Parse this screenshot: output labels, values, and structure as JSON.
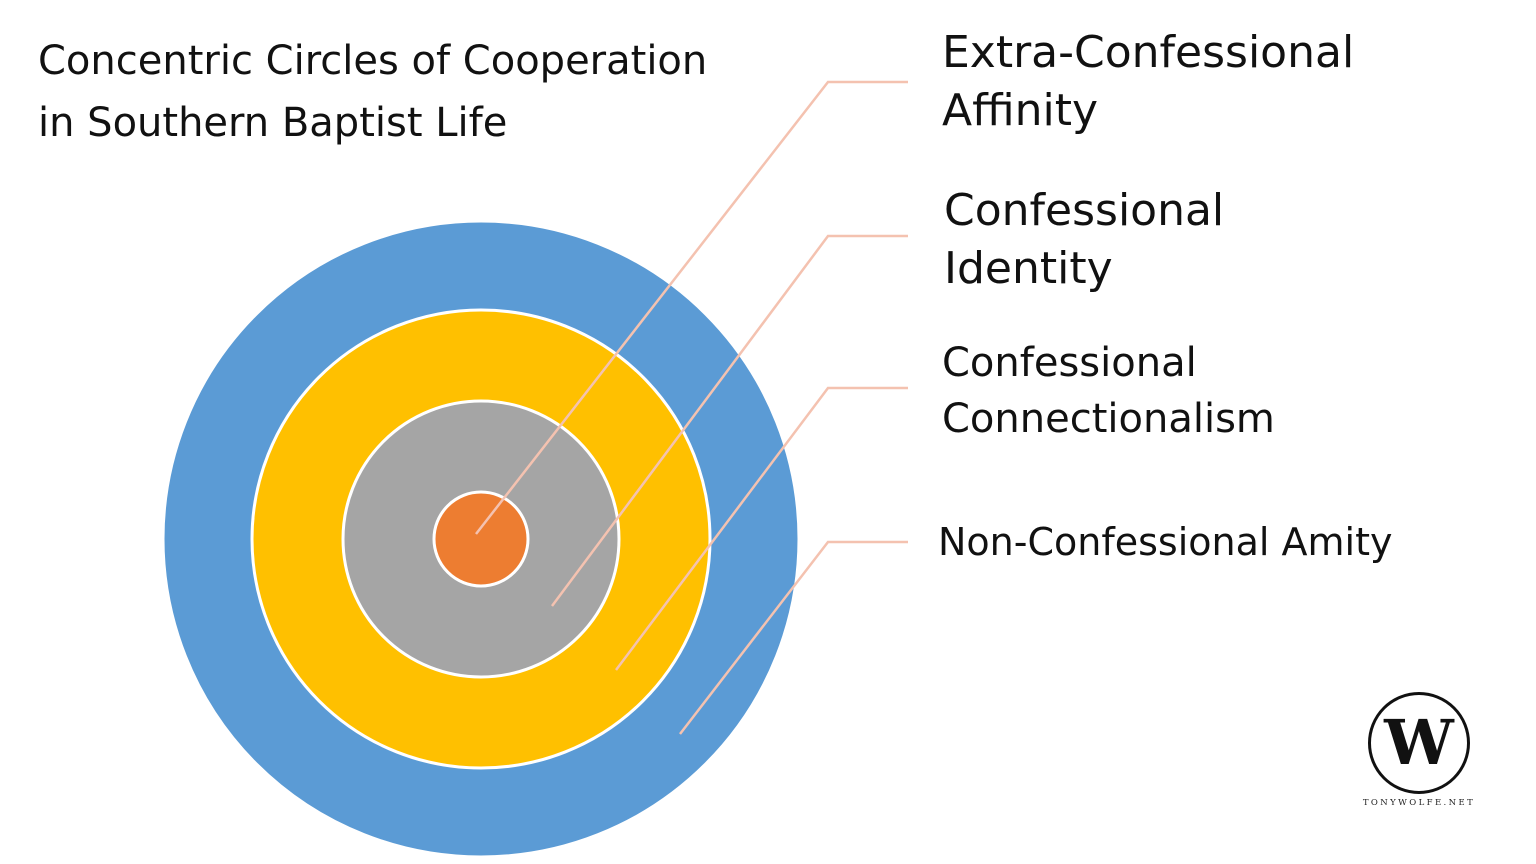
{
  "title": {
    "line1": "Concentric Circles of Cooperation",
    "line2": "in Southern Baptist Life"
  },
  "rings": [
    {
      "id": "outer",
      "color": "#5B9BD5"
    },
    {
      "id": "second",
      "color": "#FFC000"
    },
    {
      "id": "third",
      "color": "#A5A5A5"
    },
    {
      "id": "center",
      "color": "#ED7D31"
    }
  ],
  "leader_color": "#F4C2B0",
  "labels": [
    {
      "line1": "Extra-Confessional",
      "line2": "Affinity"
    },
    {
      "line1": "Confessional",
      "line2": "Identity"
    },
    {
      "line1": "Confessional",
      "line2": "Connectionalism"
    },
    {
      "line1": "Non-Confessional Amity"
    }
  ],
  "logo": {
    "letter": "W",
    "site": "TONYWOLFE.NET"
  }
}
